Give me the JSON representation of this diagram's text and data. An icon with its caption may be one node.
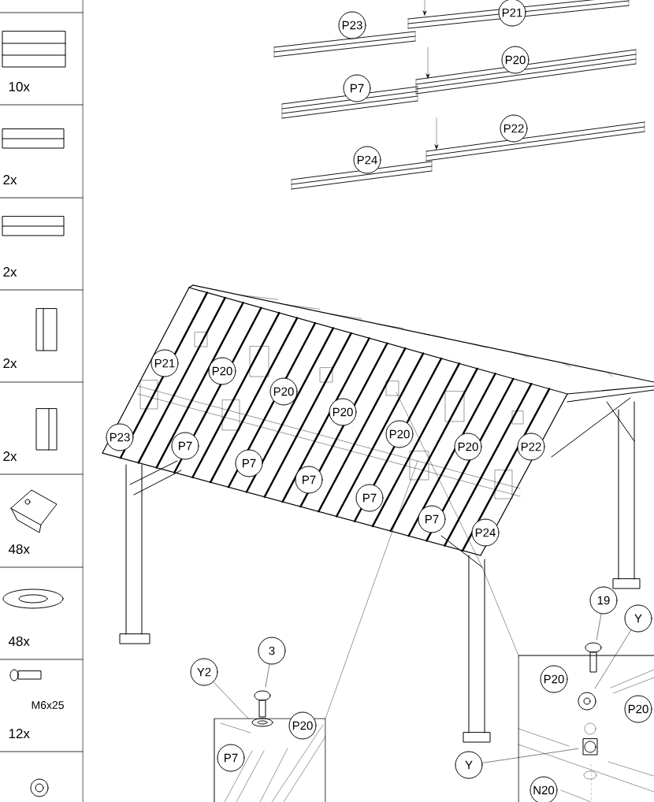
{
  "diagram": {
    "nodes": [
      {
        "text": [
          "3"
        ]
      },
      {
        "text": [
          "Y2"
        ]
      },
      {
        "text": [
          "19"
        ]
      },
      {
        "text": [
          "Y"
        ]
      },
      {
        "text": [
          "Y"
        ]
      },
      {
        "text": [],
        "shape": "picture"
      },
      {
        "text": [],
        "shape": "picture"
      },
      {
        "text": [],
        "shape": "picture"
      },
      {
        "text": [],
        "shape": "picture"
      },
      {
        "text": [],
        "shape": "picture"
      },
      {
        "text": [
          "P21"
        ]
      },
      {
        "text": [
          "P23"
        ]
      },
      {
        "text": [
          "P20"
        ]
      },
      {
        "text": [
          "P7"
        ]
      },
      {
        "text": [
          "P22"
        ]
      },
      {
        "text": [
          "P24"
        ]
      },
      {
        "text": [
          "P21"
        ]
      },
      {
        "text": [
          "P20"
        ]
      },
      {
        "text": [
          "P20"
        ]
      },
      {
        "text": [
          "P20"
        ]
      },
      {
        "text": [
          "P20"
        ]
      },
      {
        "text": [
          "P20"
        ]
      },
      {
        "text": [
          "P22"
        ]
      },
      {
        "text": [
          "P23"
        ]
      },
      {
        "text": [
          "P7"
        ]
      },
      {
        "text": [
          "P7"
        ]
      },
      {
        "text": [
          "P7"
        ]
      },
      {
        "text": [
          "P7"
        ]
      },
      {
        "text": [
          "P7"
        ]
      },
      {
        "text": [
          "P24"
        ]
      },
      {
        "text": [
          "P20"
        ]
      },
      {
        "text": [
          "P7"
        ]
      },
      {
        "text": [
          "P20"
        ]
      },
      {
        "text": [
          "P20"
        ]
      },
      {
        "text": [
          "N20"
        ]
      }
    ],
    "edges": [
      {
        "from": 0,
        "to": 5,
        "arrow": "none"
      },
      {
        "from": 1,
        "to": 6,
        "arrow": "none"
      },
      {
        "from": 2,
        "to": 7,
        "arrow": "none"
      },
      {
        "from": 3,
        "to": 9,
        "arrow": "none"
      },
      {
        "from": 4,
        "to": 8,
        "arrow": "none"
      }
    ],
    "labels": [
      "10x",
      "2x",
      "2x",
      "2x",
      "2x",
      "48x",
      "48x",
      "M6x25",
      "12x"
    ]
  }
}
